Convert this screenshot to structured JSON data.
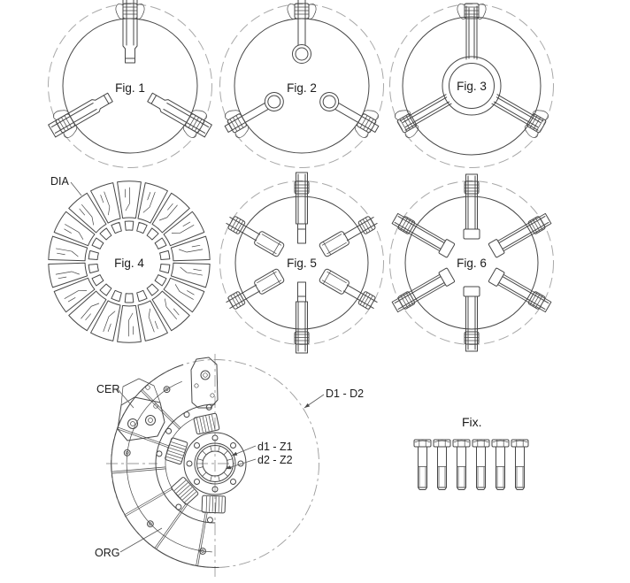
{
  "drawing": {
    "figures": [
      {
        "label": "Fig. 1"
      },
      {
        "label": "Fig. 2"
      },
      {
        "label": "Fig. 3"
      },
      {
        "label": "Fig. 4"
      },
      {
        "label": "Fig. 5"
      },
      {
        "label": "Fig. 6"
      }
    ],
    "annotations": {
      "dia": "DIA",
      "cer": "CER",
      "org": "ORG",
      "outer_diameter": "D1 - D2",
      "spline_1": "d1 - Z1",
      "spline_2": "d2 - Z2",
      "fasteners": "Fix."
    },
    "fastener_count": 6,
    "colors": {
      "background": "#ffffff",
      "line": "#474747",
      "construction": "#a9a9a9",
      "text": "#1b1b1b"
    }
  }
}
